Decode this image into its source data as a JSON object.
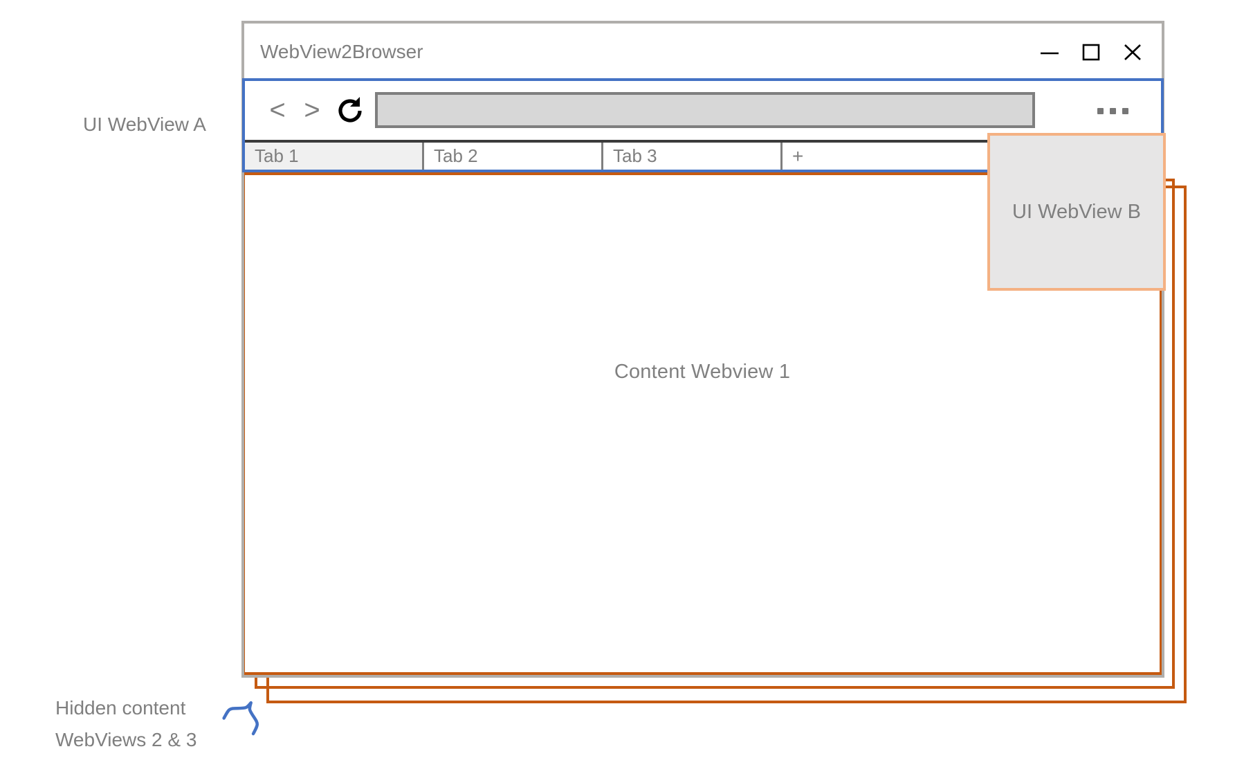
{
  "window": {
    "title": "WebView2Browser",
    "controls": [
      {
        "name": "minimize",
        "glyph": "minimize-icon"
      },
      {
        "name": "maximize",
        "glyph": "maximize-icon"
      },
      {
        "name": "close",
        "glyph": "close-icon"
      }
    ]
  },
  "toolbar": {
    "back_label": "<",
    "forward_label": ">",
    "reload_icon": "reload-icon",
    "menu_icon": "ellipsis-icon",
    "address_bar": {
      "value": "",
      "placeholder": ""
    }
  },
  "tabs": [
    {
      "label": "Tab 1",
      "active": true
    },
    {
      "label": "Tab 2",
      "active": false
    },
    {
      "label": "Tab 3",
      "active": false
    }
  ],
  "new_tab_label": "+",
  "content": {
    "webview_1_label": "Content Webview 1"
  },
  "panels": {
    "ui_webview_b_label": "UI WebView B"
  },
  "annotations": {
    "ui_webview_a_label": "UI WebView A",
    "hidden_content_label": "Hidden content WebViews 2 & 3"
  },
  "colors": {
    "window_border": "#b0aeab",
    "ui_webview_a_border": "#4472c4",
    "content_webview_border": "#c55a11",
    "ui_webview_b_border": "#f4b183",
    "ui_webview_b_fill": "#e7e6e6",
    "address_bar_fill": "#d7d7d7",
    "address_bar_border": "#7f7f7f",
    "active_tab_fill": "#f0f0f0",
    "text_gray": "#7f7f7f",
    "brace_blue": "#4472c4"
  }
}
